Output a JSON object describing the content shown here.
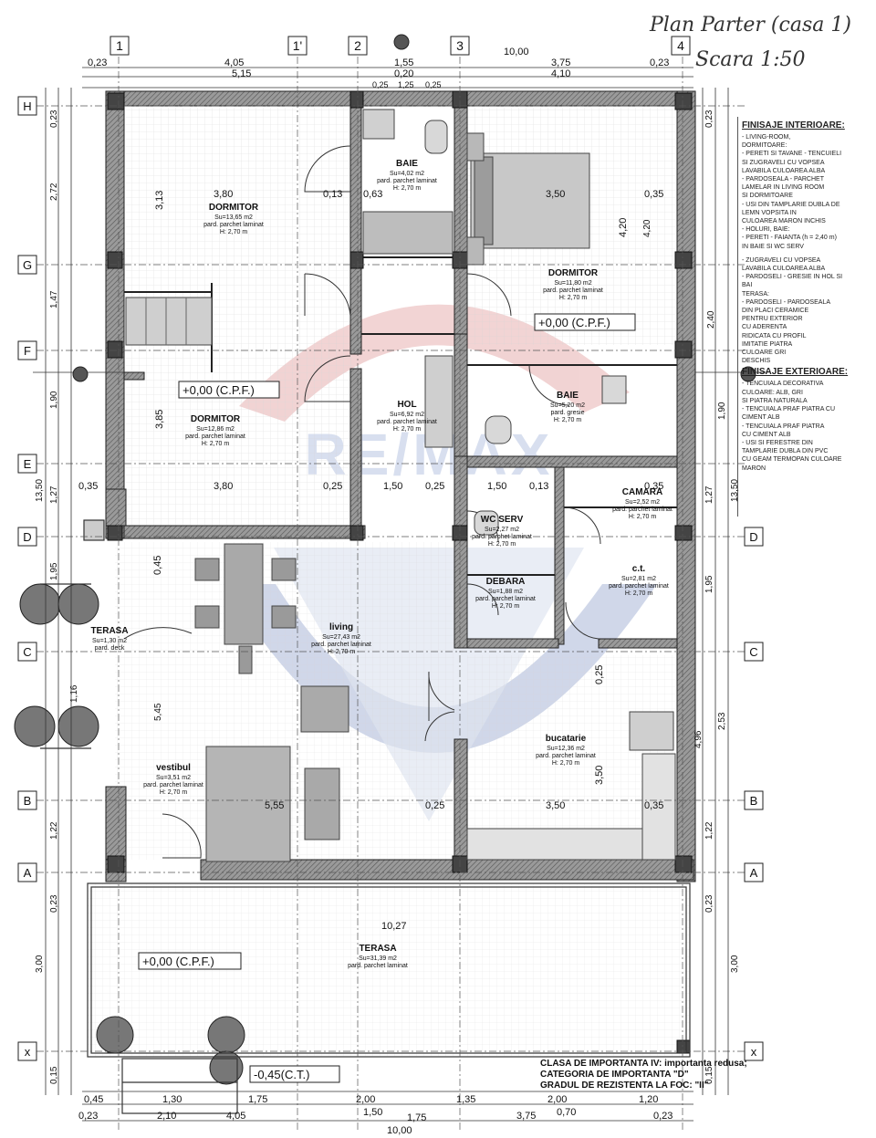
{
  "title": {
    "line1": "Plan Parter (casa 1)",
    "line2": "Scara 1:50"
  },
  "watermark": "RE/MAX",
  "axes": {
    "vertical": [
      "1",
      "1'",
      "2",
      "3",
      "4"
    ],
    "horizontal": [
      "H",
      "G",
      "F",
      "E",
      "D",
      "C",
      "B",
      "A",
      "x"
    ]
  },
  "dimensions": {
    "top_row1": [
      "0,23",
      "4,05",
      "1,55",
      "10,00",
      "3,75",
      "0,23"
    ],
    "top_row2": [
      "5,15",
      "0,20",
      "4,10"
    ],
    "top_row3": [
      "0,25",
      "1,25",
      "0,25"
    ],
    "bottom_row1": [
      "0,45",
      "1,30",
      "1,75",
      "2,00",
      "1,35",
      "2,00",
      "1,20"
    ],
    "bottom_row2": [
      "0,23",
      "2,10",
      "4,05",
      "1,50",
      "1,75",
      "3,75",
      "0,70",
      "0,23"
    ],
    "bottom_total": "10,00",
    "left_overall": "13,50",
    "right_overall": "13,50",
    "left_parts": [
      "0,23",
      "2,72",
      "1,47",
      "1,90",
      "1,27",
      "1,95",
      "1,16",
      "5,45",
      "1,22",
      "0,23",
      "3,00",
      "0,15"
    ],
    "right_parts": [
      "0,23",
      "4,20",
      "2,40",
      "1,90",
      "1,27",
      "1,95",
      "2,53",
      "4,96",
      "1,22",
      "0,23",
      "3,00",
      "0,15"
    ],
    "interior": [
      "3,80",
      "3,50",
      "0,35",
      "3,80",
      "0,25",
      "1,50",
      "0,25",
      "1,50",
      "0,13",
      "0,35",
      "0,35",
      "5,55",
      "0,25",
      "3,50",
      "0,35",
      "10,27",
      "0,13",
      "0,63",
      "0,45",
      "3,85",
      "3,13",
      "4,20",
      "0,25",
      "3,50"
    ]
  },
  "rooms": [
    {
      "id": "dormitor-1",
      "name": "DORMITOR",
      "area": "Su=13,65 m2",
      "floor": "pard. parchet laminat",
      "height": "H: 2,70 m"
    },
    {
      "id": "baie-1",
      "name": "BAIE",
      "area": "Su=4,02 m2",
      "floor": "pard. parchet laminat",
      "height": "H: 2,70 m"
    },
    {
      "id": "dormitor-2",
      "name": "DORMITOR",
      "area": "Su=11,80 m2",
      "floor": "pard. parchet laminat",
      "height": "H: 2,70 m"
    },
    {
      "id": "dormitor-3",
      "name": "DORMITOR",
      "area": "Su=12,86 m2",
      "floor": "pard. parchet laminat",
      "height": "H: 2,70 m"
    },
    {
      "id": "hol",
      "name": "HOL",
      "area": "Su=6,92 m2",
      "floor": "pard. parchet laminat",
      "height": "H: 2,70 m"
    },
    {
      "id": "baie-2",
      "name": "BAIE",
      "area": "Su=5,20 m2",
      "floor": "pard. gresie",
      "height": "H: 2,70 m"
    },
    {
      "id": "camara",
      "name": "CAMARA",
      "area": "Su=2,52 m2",
      "floor": "pard. parchet laminat",
      "height": "H: 2,70 m"
    },
    {
      "id": "wc-serv",
      "name": "WC SERV",
      "area": "Su=2,27 m2",
      "floor": "pard. parchet laminat",
      "height": "H: 2,70 m"
    },
    {
      "id": "debara",
      "name": "DEBARA",
      "area": "Su=1,88 m2",
      "floor": "pard. parchet laminat",
      "height": "H: 2,70 m"
    },
    {
      "id": "ct",
      "name": "c.t.",
      "area": "Su=2,81 m2",
      "floor": "pard. parchet laminat",
      "height": "H: 2,70 m"
    },
    {
      "id": "living",
      "name": "living",
      "area": "Su=27,43 m2",
      "floor": "pard. parchet laminat",
      "height": "H: 2,70 m"
    },
    {
      "id": "terasa-mica",
      "name": "TERASA",
      "area": "Su=1,30 m2",
      "floor": "pard. deck",
      "height": ""
    },
    {
      "id": "vestibul",
      "name": "vestibul",
      "area": "Su=3,51 m2",
      "floor": "pard. parchet laminat",
      "height": "H: 2,70 m"
    },
    {
      "id": "bucatarie",
      "name": "bucatarie",
      "area": "Su=12,36 m2",
      "floor": "pard. parchet laminat",
      "height": "H: 2,70 m"
    },
    {
      "id": "terasa-mare",
      "name": "TERASA",
      "area": "Su=31,39 m2",
      "floor": "pard. parchet laminat",
      "height": ""
    }
  ],
  "levels": [
    "+0,00 (C.P.F.)",
    "+0,00 (C.P.F.)",
    "+0,00 (C.P.F.)",
    "-0,45(C.T.)"
  ],
  "finishes": {
    "interior_heading": "FINISAJE INTERIOARE:",
    "interior_lines": [
      "- LIVING-ROOM,",
      "DORMITOARE:",
      "- PERETI SI TAVANE - TENCUIELI",
      "SI ZUGRAVELI CU VOPSEA",
      "LAVABILA CULOAREA ALBA",
      "- PARDOSEALA - PARCHET",
      "LAMELAR IN LIVING ROOM",
      "SI DORMITOARE",
      "- USI DIN TAMPLARIE DUBLA DE",
      "LEMN VOPSITA IN",
      "CULOAREA MARON INCHIS",
      "- HOLURI, BAIE:",
      "- PERETI - FAIANTA (h = 2,40 m)",
      "IN BAIE SI WC SERV",
      "",
      "- ZUGRAVELI CU VOPSEA",
      "LAVABILA CULOAREA ALBA",
      "- PARDOSELI - GRESIE IN HOL SI",
      "BAI",
      "TERASA:",
      "- PARDOSELI - PARDOSEALA",
      "DIN PLACI CERAMICE",
      "PENTRU EXTERIOR",
      "CU ADERENTA",
      "RIDICATA CU PROFIL",
      "IMITATIE PIATRA",
      "CULOARE GRI",
      "DESCHIS"
    ],
    "exterior_heading": "FINISAJE EXTERIOARE:",
    "exterior_lines": [
      "- TENCUIALA DECORATIVA",
      "CULOARE: ALB, GRI",
      "SI PIATRA NATURALA",
      "- TENCUIALA PRAF PIATRA CU",
      "CIMENT ALB",
      "- TENCUIALA PRAF PIATRA",
      "CU CIMENT ALB",
      "- USI SI FERESTRE DIN",
      "TAMPLARIE DUBLA DIN PVC",
      "CU GEAM TERMOPAN CULOARE",
      "MARON"
    ]
  },
  "title_block": {
    "line1": "CLASA DE IMPORTANTA IV: importanta redusa;",
    "line2": "CATEGORIA DE IMPORTANTA \"D\"",
    "line3": "GRADUL DE REZISTENTA LA FOC: \"II\""
  },
  "colors": {
    "wall_fill": "#8a8a8a",
    "wall_hatch": "#5a5a5a",
    "grid_line": "#c9c9c9",
    "watermark_red": "#e36a6a",
    "watermark_blue": "#5b84c4",
    "line": "#222222"
  }
}
